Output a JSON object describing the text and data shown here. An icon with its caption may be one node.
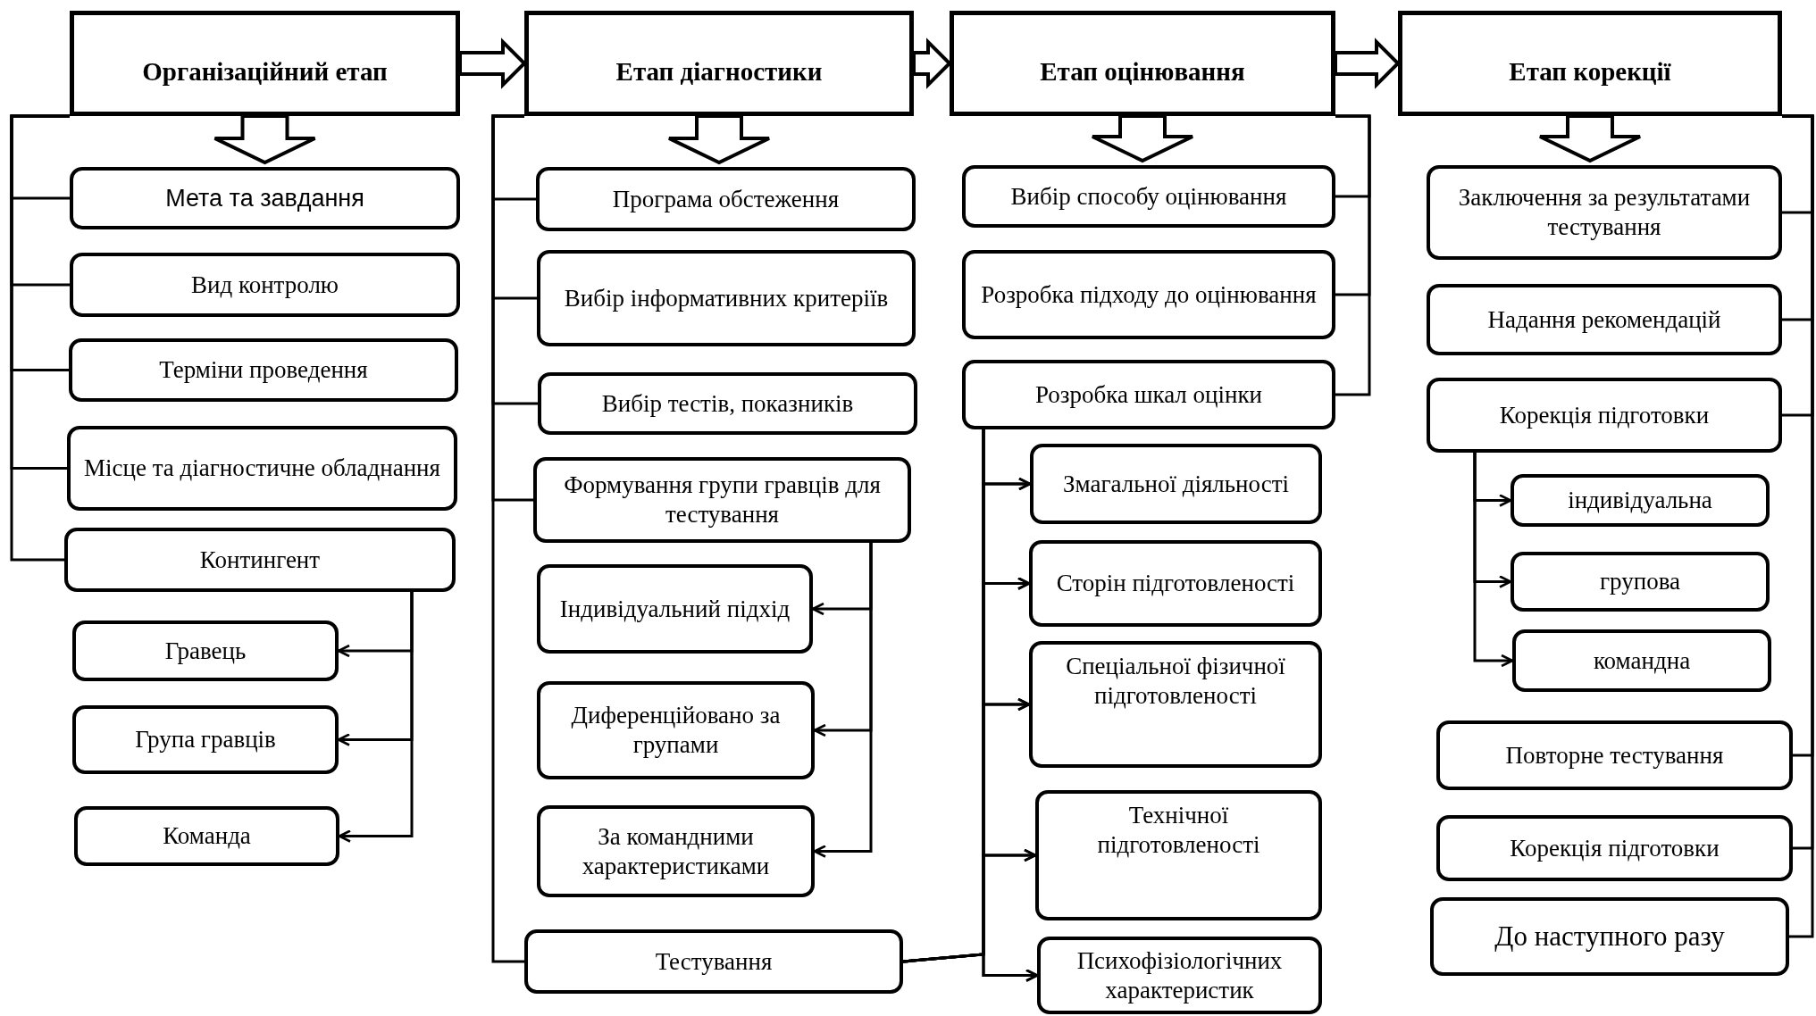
{
  "diagram": {
    "nodes": [
      {
        "text": [
          "Організаційний етап"
        ]
      },
      {
        "text": [
          "Етап діагностики"
        ]
      },
      {
        "text": [
          "Етап оцінювання"
        ]
      },
      {
        "text": [
          "Етап  корекції"
        ]
      },
      {
        "text": [
          "Мета та завдання"
        ]
      },
      {
        "text": [
          "Вид контролю"
        ]
      },
      {
        "text": [
          "Терміни проведення"
        ]
      },
      {
        "text": [
          "Місце та діагностичне обладнання"
        ]
      },
      {
        "text": [
          "Контингент"
        ]
      },
      {
        "text": [
          "Гравець"
        ]
      },
      {
        "text": [
          "Група гравців"
        ]
      },
      {
        "text": [
          "Команда"
        ]
      },
      {
        "text": [
          "Програма обстеження"
        ]
      },
      {
        "text": [
          "Вибір інформативних критеріїв"
        ]
      },
      {
        "text": [
          "Вибір тестів, показників"
        ]
      },
      {
        "text": [
          "Формування групи гравців для тестування"
        ]
      },
      {
        "text": [
          "Індивідуальний підхід"
        ]
      },
      {
        "text": [
          "Диференційовано за групами"
        ]
      },
      {
        "text": [
          "За командними характеристиками"
        ]
      },
      {
        "text": [
          "Тестування"
        ]
      },
      {
        "text": [
          "Вибір способу оцінювання"
        ]
      },
      {
        "text": [
          "Розробка підходу до оцінювання"
        ]
      },
      {
        "text": [
          "Розробка шкал оцінки"
        ]
      },
      {
        "text": [
          "Змагальної діяльності"
        ]
      },
      {
        "text": [
          "Сторін підготовленості"
        ]
      },
      {
        "text": [
          "Спеціальної фізичної підготовленості"
        ]
      },
      {
        "text": [
          "Технічної підготовленості"
        ]
      },
      {
        "text": [
          "Психофізіологічних характеристик"
        ]
      },
      {
        "text": [
          "Заключення за результатами тестування"
        ]
      },
      {
        "text": [
          "Надання рекомендацій"
        ]
      },
      {
        "text": [
          "Корекція підготовки"
        ]
      },
      {
        "text": [
          "індивідуальна"
        ]
      },
      {
        "text": [
          "групова"
        ]
      },
      {
        "text": [
          "командна"
        ]
      },
      {
        "text": [
          "Повторне тестування"
        ]
      },
      {
        "text": [
          "Корекція підготовки"
        ]
      },
      {
        "text": [
          "До наступного разу"
        ]
      }
    ],
    "edges": [
      {
        "from": 0,
        "to": 1,
        "arrow": "to",
        "style": "thick"
      },
      {
        "from": 1,
        "to": 2,
        "arrow": "to",
        "style": "thick"
      },
      {
        "from": 2,
        "to": 3,
        "arrow": "to",
        "style": "thick"
      },
      {
        "from": 0,
        "to": 4,
        "arrow": "to",
        "style": "thick"
      },
      {
        "from": 1,
        "to": 12,
        "arrow": "to",
        "style": "thick"
      },
      {
        "from": 2,
        "to": 20,
        "arrow": "to",
        "style": "thick"
      },
      {
        "from": 3,
        "to": 28,
        "arrow": "to",
        "style": "thick"
      },
      {
        "from": 0,
        "to": 4,
        "arrow": "none"
      },
      {
        "from": 0,
        "to": 5,
        "arrow": "none"
      },
      {
        "from": 0,
        "to": 6,
        "arrow": "none"
      },
      {
        "from": 0,
        "to": 7,
        "arrow": "none"
      },
      {
        "from": 0,
        "to": 8,
        "arrow": "none"
      },
      {
        "from": 1,
        "to": 12,
        "arrow": "none"
      },
      {
        "from": 1,
        "to": 13,
        "arrow": "none"
      },
      {
        "from": 1,
        "to": 14,
        "arrow": "none"
      },
      {
        "from": 1,
        "to": 15,
        "arrow": "none"
      },
      {
        "from": 1,
        "to": 19,
        "arrow": "none"
      },
      {
        "from": 2,
        "to": 20,
        "arrow": "none"
      },
      {
        "from": 2,
        "to": 21,
        "arrow": "none"
      },
      {
        "from": 2,
        "to": 22,
        "arrow": "none"
      },
      {
        "from": 3,
        "to": 28,
        "arrow": "none"
      },
      {
        "from": 3,
        "to": 29,
        "arrow": "none"
      },
      {
        "from": 3,
        "to": 30,
        "arrow": "none"
      },
      {
        "from": 3,
        "to": 34,
        "arrow": "none"
      },
      {
        "from": 3,
        "to": 35,
        "arrow": "none"
      },
      {
        "from": 3,
        "to": 36,
        "arrow": "none"
      },
      {
        "from": 8,
        "to": 9,
        "arrow": "to"
      },
      {
        "from": 8,
        "to": 10,
        "arrow": "to"
      },
      {
        "from": 8,
        "to": 11,
        "arrow": "to"
      },
      {
        "from": 15,
        "to": 16,
        "arrow": "to"
      },
      {
        "from": 15,
        "to": 17,
        "arrow": "to"
      },
      {
        "from": 15,
        "to": 18,
        "arrow": "to"
      },
      {
        "from": 22,
        "to": 23,
        "arrow": "to"
      },
      {
        "from": 22,
        "to": 24,
        "arrow": "to"
      },
      {
        "from": 22,
        "to": 25,
        "arrow": "to"
      },
      {
        "from": 22,
        "to": 26,
        "arrow": "to"
      },
      {
        "from": 22,
        "to": 27,
        "arrow": "to"
      },
      {
        "from": 19,
        "to": 23,
        "arrow": "to"
      },
      {
        "from": 19,
        "to": 24,
        "arrow": "to"
      },
      {
        "from": 19,
        "to": 25,
        "arrow": "to"
      },
      {
        "from": 19,
        "to": 26,
        "arrow": "to"
      },
      {
        "from": 19,
        "to": 27,
        "arrow": "to"
      },
      {
        "from": 30,
        "to": 31,
        "arrow": "to"
      },
      {
        "from": 30,
        "to": 32,
        "arrow": "to"
      },
      {
        "from": 30,
        "to": 33,
        "arrow": "to"
      }
    ]
  }
}
